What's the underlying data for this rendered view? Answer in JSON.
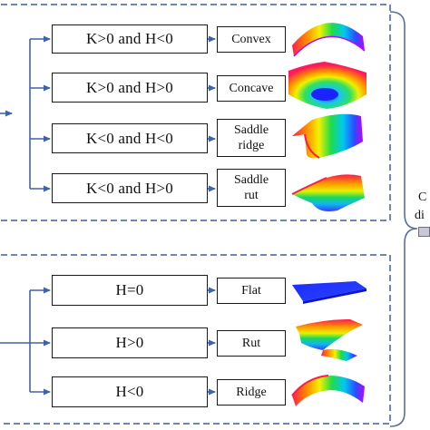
{
  "groups": [
    {
      "rows": [
        {
          "condition": "K>0 and H<0",
          "shape": "Convex"
        },
        {
          "condition": "K>0 and H>0",
          "shape": "Concave"
        },
        {
          "condition": "K<0 and H<0",
          "shape": "Saddle\nridge"
        },
        {
          "condition": "K<0 and H>0",
          "shape": "Saddle\nrut"
        }
      ]
    },
    {
      "rows": [
        {
          "condition": "H=0",
          "shape": "Flat"
        },
        {
          "condition": "H>0",
          "shape": "Rut"
        },
        {
          "condition": "H<0",
          "shape": "Ridge"
        }
      ]
    }
  ],
  "side_label": {
    "line1": "C",
    "line2": "di"
  },
  "colors": {
    "dashed_frame": "#3f5f9f",
    "arrow": "#3f63a8",
    "brace": "#5a6f9a",
    "box_border": "#1a1a1a"
  },
  "thumbnails": [
    {
      "row": "Convex",
      "icon": "convex-surface-icon"
    },
    {
      "row": "Concave",
      "icon": "concave-surface-icon"
    },
    {
      "row": "Saddle ridge",
      "icon": "saddle-ridge-surface-icon"
    },
    {
      "row": "Saddle rut",
      "icon": "saddle-rut-surface-icon"
    },
    {
      "row": "Flat",
      "icon": "flat-surface-icon"
    },
    {
      "row": "Rut",
      "icon": "rut-surface-icon"
    },
    {
      "row": "Ridge",
      "icon": "ridge-surface-icon"
    }
  ]
}
